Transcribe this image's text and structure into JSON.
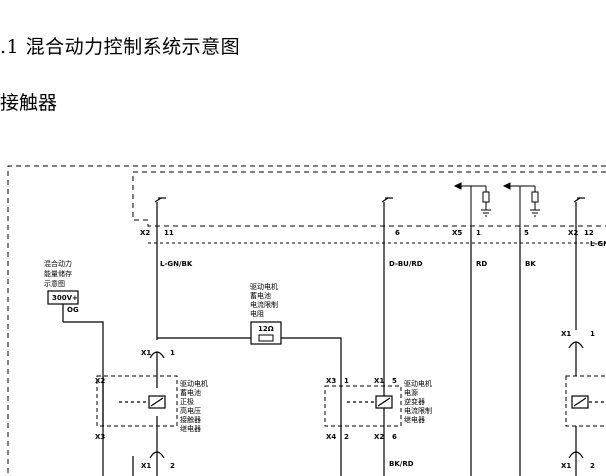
{
  "page": {
    "section_title": ".1 混合动力控制系统示意图",
    "subsection_title": "接触器"
  },
  "diagram": {
    "battery_label": [
      "混合动力",
      "能量储存",
      "示意图"
    ],
    "battery_voltage": "300V+",
    "battery_wire": "OG",
    "connectors": {
      "x2_11": "X2",
      "pin_11": "11",
      "pin_6": "6",
      "x5": "X5",
      "pin_1": "1",
      "pin_5": "5",
      "x2_12": "X2",
      "pin_12": "12"
    },
    "wires": {
      "lgnbk": "L-GN/BK",
      "dburd": "D-BU/RD",
      "rd": "RD",
      "bk": "BK",
      "lgn_cut": "L-GN",
      "bkrd": "BK/RD"
    },
    "resistor": {
      "label": [
        "驱动电机",
        "蓄电池",
        "电流限制",
        "电阻"
      ],
      "value": "12Ω"
    },
    "contactor_left": {
      "x1_top": "X1",
      "pin_top": "1",
      "x2_side": "X2",
      "x3_side": "X3",
      "x1_bot": "X1",
      "pin_bot": "2",
      "label": [
        "驱动电机",
        "蓄电池",
        "正极",
        "高电压",
        "接触器",
        "继电器"
      ]
    },
    "contactor_mid": {
      "x3": "X3",
      "pin_x3": "1",
      "x1": "X1",
      "pin_x1": "5",
      "x4": "X4",
      "pin_x4": "2",
      "x2": "X2",
      "pin_x2": "6",
      "label": [
        "驱动电机",
        "电源",
        "逆变器",
        "电流限制",
        "继电器"
      ]
    },
    "contactor_right": {
      "x1_top": "X1",
      "pin_top": "1",
      "x1_bot": "X1",
      "pin_bot": "2"
    }
  }
}
